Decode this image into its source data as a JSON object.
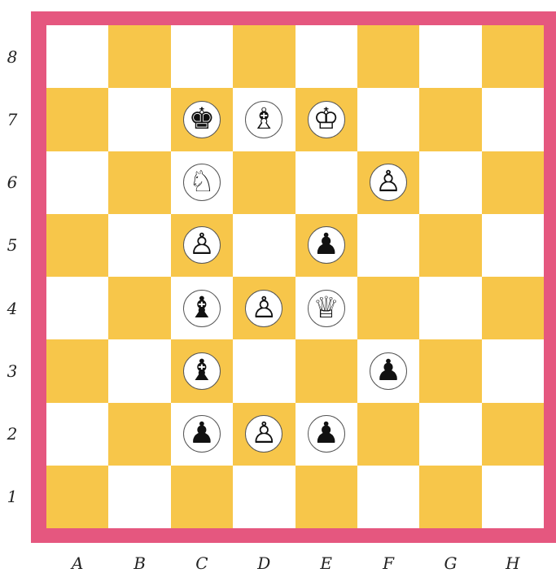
{
  "board": {
    "files": [
      "A",
      "B",
      "C",
      "D",
      "E",
      "F",
      "G",
      "H"
    ],
    "ranks": [
      "8",
      "7",
      "6",
      "5",
      "4",
      "3",
      "2",
      "1"
    ],
    "colors": {
      "frame": "#e5577f",
      "light_square": "#ffffff",
      "dark_square": "#f7c64a",
      "piece_disc": "#ffffff"
    },
    "pieces": [
      {
        "square": "c7",
        "color": "black",
        "type": "king",
        "glyph": "♚",
        "icon": "black-king-icon"
      },
      {
        "square": "d7",
        "color": "white",
        "type": "bishop",
        "glyph": "♗",
        "icon": "white-bishop-icon"
      },
      {
        "square": "e7",
        "color": "white",
        "type": "king",
        "glyph": "♔",
        "icon": "white-king-icon"
      },
      {
        "square": "c6",
        "color": "white",
        "type": "knight",
        "glyph": "♘",
        "icon": "white-knight-icon"
      },
      {
        "square": "f6",
        "color": "white",
        "type": "pawn",
        "glyph": "♙",
        "icon": "white-pawn-icon"
      },
      {
        "square": "c5",
        "color": "white",
        "type": "pawn",
        "glyph": "♙",
        "icon": "white-pawn-icon"
      },
      {
        "square": "e5",
        "color": "black",
        "type": "pawn",
        "glyph": "♟",
        "icon": "black-pawn-icon"
      },
      {
        "square": "c4",
        "color": "black",
        "type": "bishop",
        "glyph": "♝",
        "icon": "black-bishop-icon"
      },
      {
        "square": "d4",
        "color": "white",
        "type": "pawn",
        "glyph": "♙",
        "icon": "white-pawn-icon"
      },
      {
        "square": "e4",
        "color": "white",
        "type": "queen",
        "glyph": "♕",
        "icon": "white-queen-icon"
      },
      {
        "square": "c3",
        "color": "black",
        "type": "bishop",
        "glyph": "♝",
        "icon": "black-bishop-icon"
      },
      {
        "square": "f3",
        "color": "black",
        "type": "pawn",
        "glyph": "♟",
        "icon": "black-pawn-icon"
      },
      {
        "square": "c2",
        "color": "black",
        "type": "pawn",
        "glyph": "♟",
        "icon": "black-pawn-icon"
      },
      {
        "square": "d2",
        "color": "white",
        "type": "pawn",
        "glyph": "♙",
        "icon": "white-pawn-icon"
      },
      {
        "square": "e2",
        "color": "black",
        "type": "pawn",
        "glyph": "♟",
        "icon": "black-pawn-icon"
      }
    ]
  }
}
